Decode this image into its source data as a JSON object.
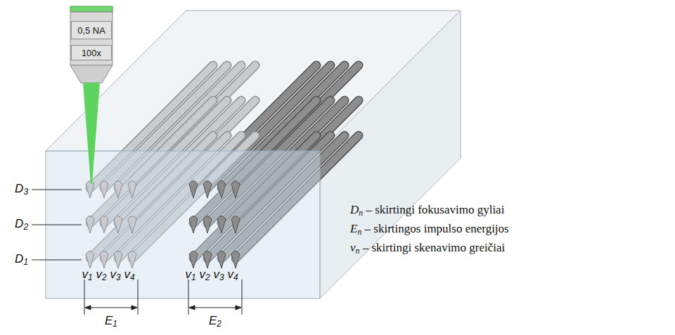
{
  "diagram": {
    "nodes": [
      {
        "text": [
          "0,5 NA"
        ]
      },
      {
        "text": [
          "100x"
        ]
      }
    ],
    "labels": [
      "D3",
      "D2",
      "D1",
      "v1",
      "v2",
      "v3",
      "v4",
      "v1",
      "v2",
      "v3",
      "v4",
      "E1",
      "E2",
      "Dn – skirtingi fokusavimo gyliai",
      "En – skirtingos impulso energijos",
      "vn – skirtingi skenavimo greičiai"
    ]
  }
}
